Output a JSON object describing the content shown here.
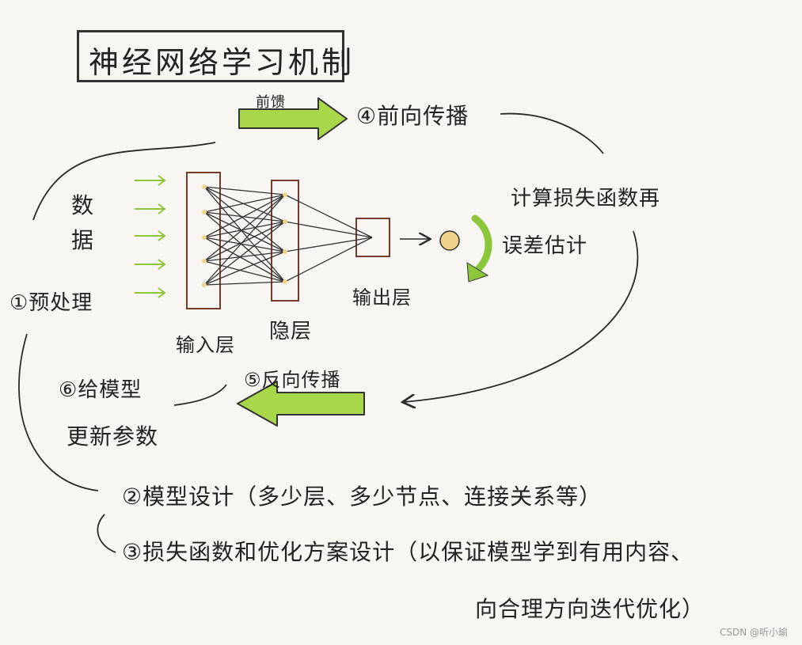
{
  "title": "神经网络学习机制",
  "labels": {
    "feedforward": "前馈",
    "forward_propagation": "④前向传播",
    "data_vertical": [
      "数",
      "据"
    ],
    "preprocess": "①预处理",
    "input_layer": "输入层",
    "hidden_layer": "隐层",
    "output_layer": "输出层",
    "compute_loss": "计算损失函数再",
    "error_estimation": "误差估计",
    "backpropagation": "⑤反向传播",
    "update_line1": "⑥给模型",
    "update_line2": "更新参数",
    "model_design": "②模型设计（多少层、多少节点、连接关系等）",
    "loss_opt_line1": "③损失函数和优化方案设计（以保证模型学到有用内容、",
    "loss_opt_line2": "向合理方向迭代优化）"
  },
  "colors": {
    "arrow_green": "#a8d84a",
    "layer_box": "#7a3a2a",
    "output_node": "#f3d38a",
    "stroke": "#2a2a2a"
  },
  "watermark": "CSDN @听小瑜"
}
